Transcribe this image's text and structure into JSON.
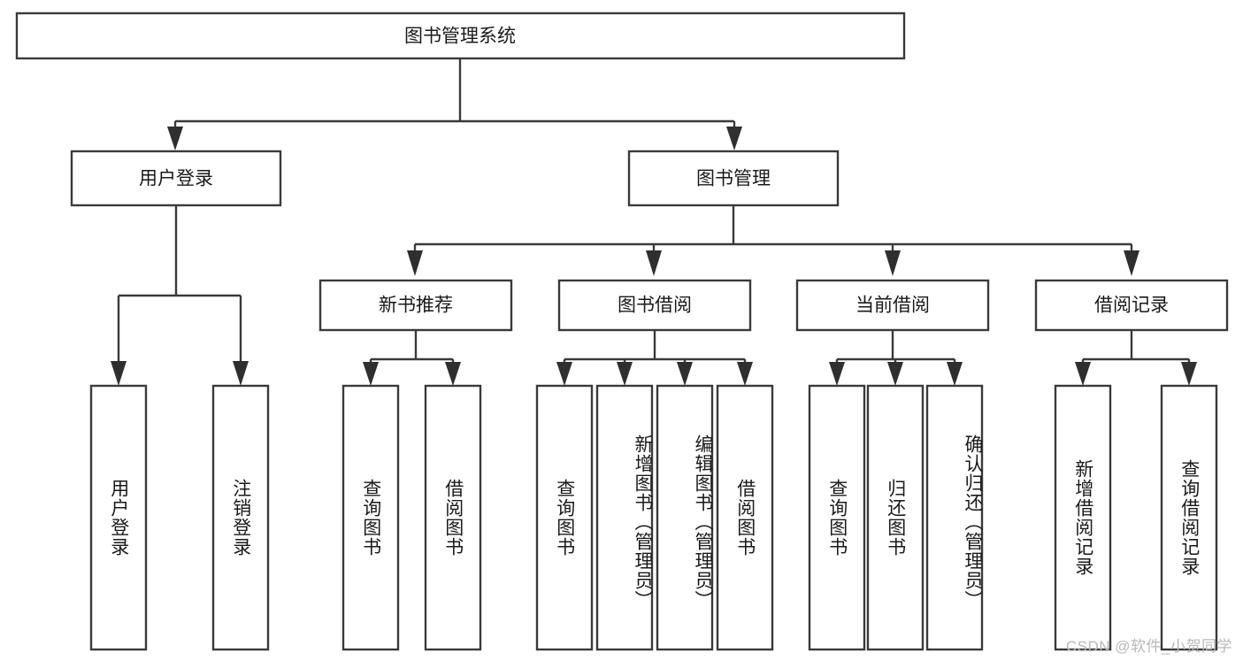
{
  "diagram": {
    "type": "tree-hierarchy-diagram",
    "title": "图书管理系统",
    "watermark": "CSDN @软件_小贺同学",
    "colors": {
      "box_stroke": "#3a3a3a",
      "box_fill": "#ffffff",
      "connector": "#3a3a3a",
      "arrow": "#2f2f2f",
      "text": "#1a1a1a",
      "watermark": "#b9b9b9",
      "background": "#ffffff"
    },
    "root": {
      "label": "图书管理系统"
    },
    "level2": [
      {
        "id": "user-login",
        "label": "用户登录"
      },
      {
        "id": "book-management",
        "label": "图书管理"
      }
    ],
    "level3": [
      {
        "id": "new-book-recommend",
        "label": "新书推荐",
        "parent": "book-management"
      },
      {
        "id": "book-borrow",
        "label": "图书借阅",
        "parent": "book-management"
      },
      {
        "id": "current-borrow",
        "label": "当前借阅",
        "parent": "book-management"
      },
      {
        "id": "borrow-record",
        "label": "借阅记录",
        "parent": "book-management"
      }
    ],
    "leaves": {
      "user-login": [
        {
          "id": "leaf-user-login",
          "label": "用户登录"
        },
        {
          "id": "leaf-user-logout",
          "label": "注销登录"
        }
      ],
      "new-book-recommend": [
        {
          "id": "leaf-query-book-1",
          "label": "查询图书"
        },
        {
          "id": "leaf-borrow-book-1",
          "label": "借阅图书"
        }
      ],
      "book-borrow": [
        {
          "id": "leaf-query-book-2",
          "label": "查询图书"
        },
        {
          "id": "leaf-add-book",
          "label": "新增图书（管理员）"
        },
        {
          "id": "leaf-edit-book",
          "label": "编辑图书（管理员）"
        },
        {
          "id": "leaf-borrow-book-2",
          "label": "借阅图书"
        }
      ],
      "current-borrow": [
        {
          "id": "leaf-query-book-3",
          "label": "查询图书"
        },
        {
          "id": "leaf-return-book",
          "label": "归还图书"
        },
        {
          "id": "leaf-confirm-return",
          "label": "确认归还（管理员）"
        }
      ],
      "borrow-record": [
        {
          "id": "leaf-add-record",
          "label": "新增借阅记录"
        },
        {
          "id": "leaf-query-record",
          "label": "查询借阅记录"
        }
      ]
    }
  }
}
